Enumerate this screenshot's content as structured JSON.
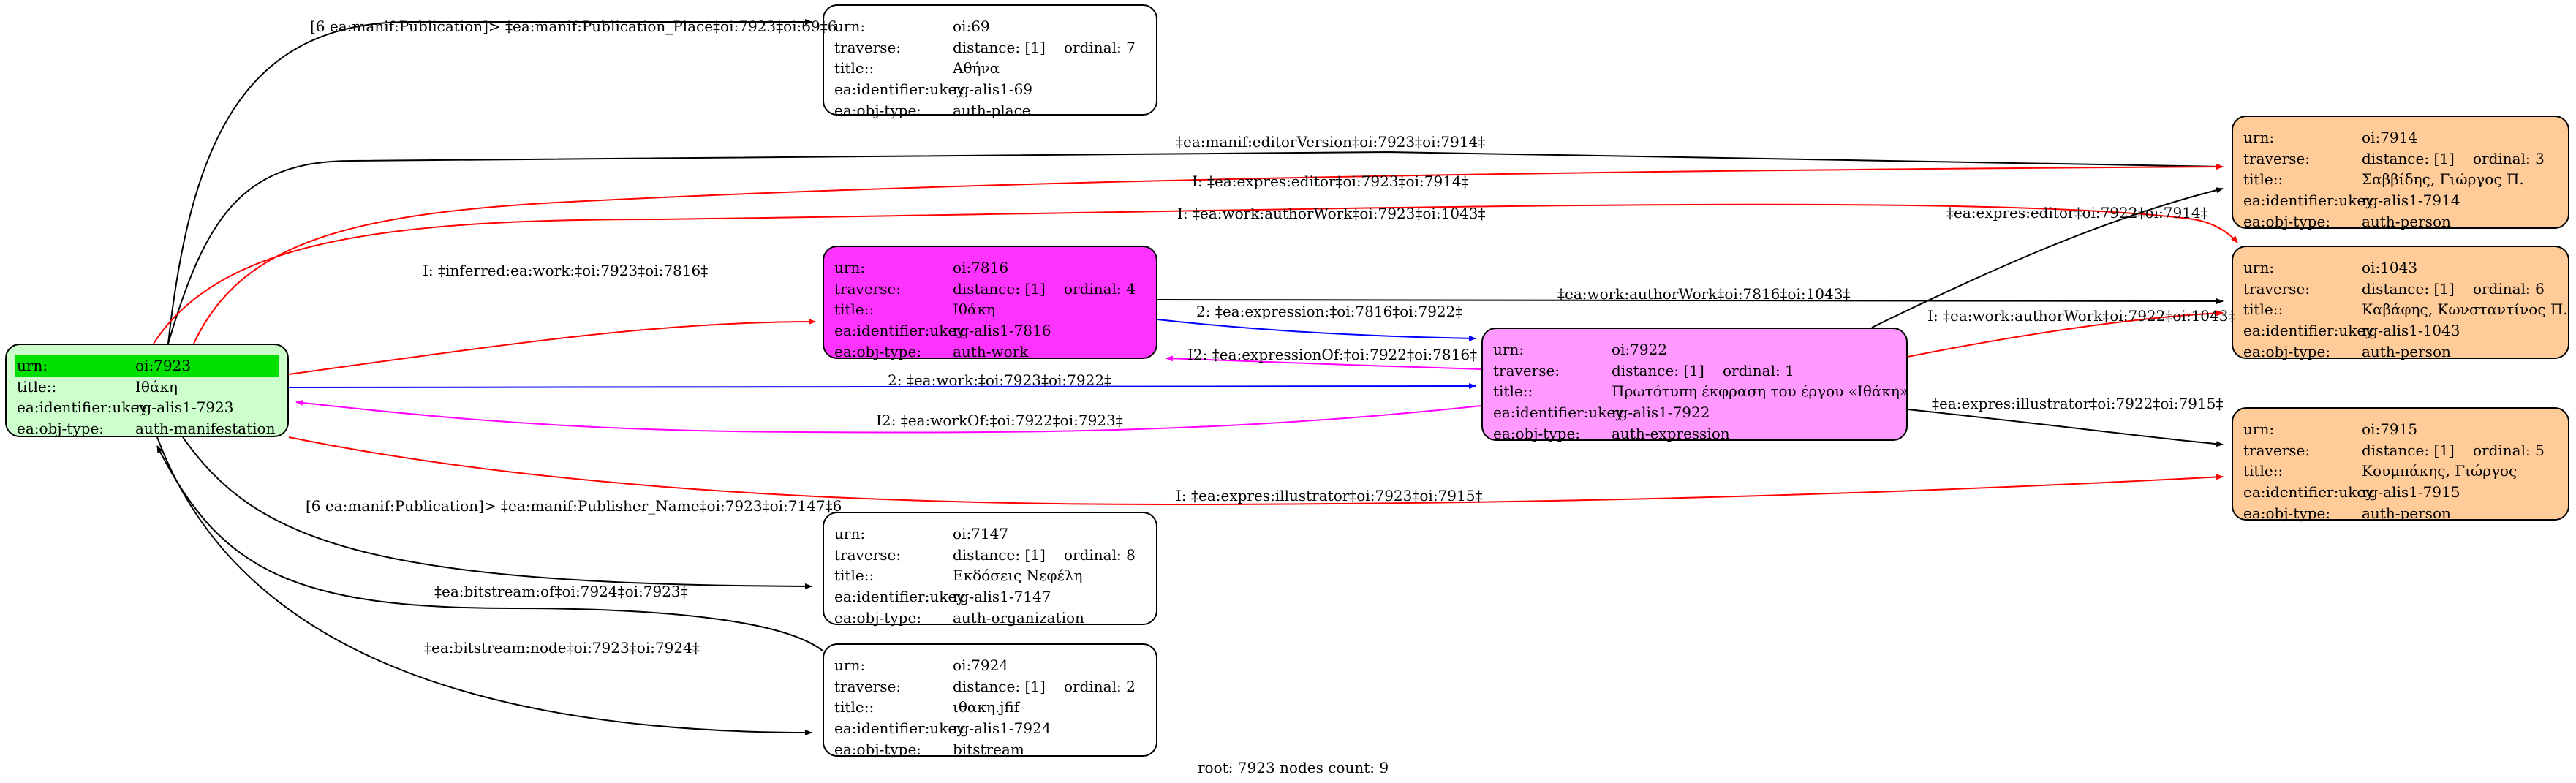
{
  "nodes": [
    {
      "id": "n7923",
      "color": "#ccffcc",
      "rows": [
        {
          "k": "urn:",
          "v": "oi:7923",
          "extra": ""
        },
        {
          "k": "title::",
          "v": "Ιθάκη",
          "extra": ""
        },
        {
          "k": "ea:identifier:ukey",
          "v": "rg-alis1-7923",
          "extra": ""
        },
        {
          "k": "ea:obj-type:",
          "v": "auth-manifestation",
          "extra": ""
        }
      ]
    },
    {
      "id": "n69",
      "color": "#ffffff",
      "rows": [
        {
          "k": "urn:",
          "v": "oi:69",
          "extra": ""
        },
        {
          "k": "traverse:",
          "v": "distance: [1]",
          "extra": "ordinal: 7"
        },
        {
          "k": "title::",
          "v": "Αθήνα",
          "extra": ""
        },
        {
          "k": "ea:identifier:ukey",
          "v": "rg-alis1-69",
          "extra": ""
        },
        {
          "k": "ea:obj-type:",
          "v": "auth-place",
          "extra": ""
        }
      ]
    },
    {
      "id": "n7816",
      "color": "#ff33ff",
      "rows": [
        {
          "k": "urn:",
          "v": "oi:7816",
          "extra": ""
        },
        {
          "k": "traverse:",
          "v": "distance: [1]",
          "extra": "ordinal: 4"
        },
        {
          "k": "title::",
          "v": "Ιθάκη",
          "extra": ""
        },
        {
          "k": "ea:identifier:ukey",
          "v": "rg-alis1-7816",
          "extra": ""
        },
        {
          "k": "ea:obj-type:",
          "v": "auth-work",
          "extra": ""
        }
      ]
    },
    {
      "id": "n7922",
      "color": "#ff99ff",
      "rows": [
        {
          "k": "urn:",
          "v": "oi:7922",
          "extra": ""
        },
        {
          "k": "traverse:",
          "v": "distance: [1]",
          "extra": "ordinal: 1"
        },
        {
          "k": "title::",
          "v": "Πρωτότυπη έκφραση του έργου «Ιθάκη»",
          "extra": ""
        },
        {
          "k": "ea:identifier:ukey",
          "v": "rg-alis1-7922",
          "extra": ""
        },
        {
          "k": "ea:obj-type:",
          "v": "auth-expression",
          "extra": ""
        }
      ]
    },
    {
      "id": "n7914",
      "color": "#ffcc99",
      "rows": [
        {
          "k": "urn:",
          "v": "oi:7914",
          "extra": ""
        },
        {
          "k": "traverse:",
          "v": "distance: [1]",
          "extra": "ordinal: 3"
        },
        {
          "k": "title::",
          "v": "Σαββίδης, Γιώργος Π.",
          "extra": ""
        },
        {
          "k": "ea:identifier:ukey",
          "v": "rg-alis1-7914",
          "extra": ""
        },
        {
          "k": "ea:obj-type:",
          "v": "auth-person",
          "extra": ""
        }
      ]
    },
    {
      "id": "n1043",
      "color": "#ffcc99",
      "rows": [
        {
          "k": "urn:",
          "v": "oi:1043",
          "extra": ""
        },
        {
          "k": "traverse:",
          "v": "distance: [1]",
          "extra": "ordinal: 6"
        },
        {
          "k": "title::",
          "v": "Καβάφης, Κωνσταντίνος Π.",
          "extra": ""
        },
        {
          "k": "ea:identifier:ukey",
          "v": "rg-alis1-1043",
          "extra": ""
        },
        {
          "k": "ea:obj-type:",
          "v": "auth-person",
          "extra": ""
        }
      ]
    },
    {
      "id": "n7915",
      "color": "#ffcc99",
      "rows": [
        {
          "k": "urn:",
          "v": "oi:7915",
          "extra": ""
        },
        {
          "k": "traverse:",
          "v": "distance: [1]",
          "extra": "ordinal: 5"
        },
        {
          "k": "title::",
          "v": "Κουμπάκης, Γιώργος",
          "extra": ""
        },
        {
          "k": "ea:identifier:ukey",
          "v": "rg-alis1-7915",
          "extra": ""
        },
        {
          "k": "ea:obj-type:",
          "v": "auth-person",
          "extra": ""
        }
      ]
    },
    {
      "id": "n7147",
      "color": "#ffffff",
      "rows": [
        {
          "k": "urn:",
          "v": "oi:7147",
          "extra": ""
        },
        {
          "k": "traverse:",
          "v": "distance: [1]",
          "extra": "ordinal: 8"
        },
        {
          "k": "title::",
          "v": "Εκδόσεις Νεφέλη",
          "extra": ""
        },
        {
          "k": "ea:identifier:ukey",
          "v": "rg-alis1-7147",
          "extra": ""
        },
        {
          "k": "ea:obj-type:",
          "v": "auth-organization",
          "extra": ""
        }
      ]
    },
    {
      "id": "n7924",
      "color": "#ffffff",
      "rows": [
        {
          "k": "urn:",
          "v": "oi:7924",
          "extra": ""
        },
        {
          "k": "traverse:",
          "v": "distance: [1]",
          "extra": "ordinal: 2"
        },
        {
          "k": "title::",
          "v": "ιθακη.jfif",
          "extra": ""
        },
        {
          "k": "ea:identifier:ukey",
          "v": "rg-alis1-7924",
          "extra": ""
        },
        {
          "k": "ea:obj-type:",
          "v": "bitstream",
          "extra": ""
        }
      ]
    }
  ],
  "root_highlight_color": "#00e000",
  "edge_colors": {
    "black": "#000000",
    "red": "#ff0000",
    "blue": "#0000ff",
    "magenta": "#ff00ff"
  },
  "edges": [
    {
      "id": "e-place",
      "color": "black",
      "label": "[6 ea:manif:Publication]> ‡ea:manif:Publication_Place‡oi:7923‡oi:69‡6"
    },
    {
      "id": "e-editorversion",
      "color": "black",
      "label": "‡ea:manif:editorVersion‡oi:7923‡oi:7914‡"
    },
    {
      "id": "e-i-editor",
      "color": "red",
      "label": "I: ‡ea:expres:editor‡oi:7923‡oi:7914‡"
    },
    {
      "id": "e-i-authorwork",
      "color": "red",
      "label": "I: ‡ea:work:authorWork‡oi:7923‡oi:1043‡"
    },
    {
      "id": "e-inferred-work",
      "color": "red",
      "label": "I: ‡inferred:ea:work:‡oi:7923‡oi:7816‡"
    },
    {
      "id": "e-authorwork-7816",
      "color": "black",
      "label": "‡ea:work:authorWork‡oi:7816‡oi:1043‡"
    },
    {
      "id": "e-expression",
      "color": "blue",
      "label": "2: ‡ea:expression:‡oi:7816‡oi:7922‡"
    },
    {
      "id": "e-expressionof",
      "color": "magenta",
      "label": "I2: ‡ea:expressionOf:‡oi:7922‡oi:7816‡"
    },
    {
      "id": "e-work",
      "color": "blue",
      "label": "2: ‡ea:work:‡oi:7923‡oi:7922‡"
    },
    {
      "id": "e-workof",
      "color": "magenta",
      "label": "I2: ‡ea:workOf:‡oi:7922‡oi:7923‡"
    },
    {
      "id": "e-editor-7922",
      "color": "black",
      "label": "‡ea:expres:editor‡oi:7922‡oi:7914‡"
    },
    {
      "id": "e-i-authorwork-7922",
      "color": "red",
      "label": "I: ‡ea:work:authorWork‡oi:7922‡oi:1043‡"
    },
    {
      "id": "e-illustrator-7922",
      "color": "black",
      "label": "‡ea:expres:illustrator‡oi:7922‡oi:7915‡"
    },
    {
      "id": "e-i-illustrator",
      "color": "red",
      "label": "I: ‡ea:expres:illustrator‡oi:7923‡oi:7915‡"
    },
    {
      "id": "e-publisher",
      "color": "black",
      "label": "[6 ea:manif:Publication]> ‡ea:manif:Publisher_Name‡oi:7923‡oi:7147‡6"
    },
    {
      "id": "e-bitstream-of",
      "color": "black",
      "label": "‡ea:bitstream:of‡oi:7924‡oi:7923‡"
    },
    {
      "id": "e-bitstream-node",
      "color": "black",
      "label": "‡ea:bitstream:node‡oi:7923‡oi:7924‡"
    }
  ],
  "footer": "root: 7923 nodes count: 9"
}
